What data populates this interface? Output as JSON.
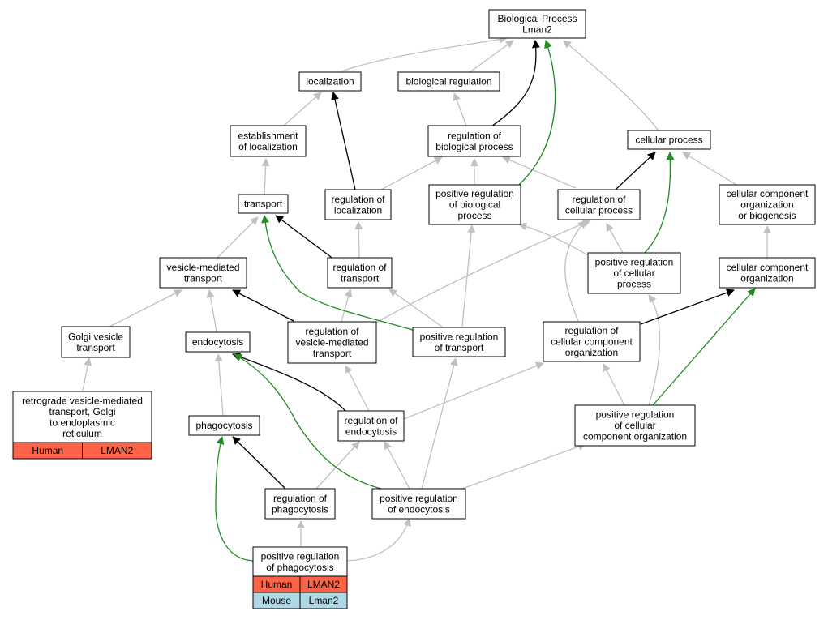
{
  "colors": {
    "gray_edge": "#c0c0c0",
    "black_edge": "#000000",
    "green_edge": "#228b22",
    "human": "#ff6347",
    "mouse": "#add8e6"
  },
  "nodes": {
    "bp": [
      "Biological Process",
      "Lman2"
    ],
    "localization": [
      "localization"
    ],
    "bio_reg": [
      "biological regulation"
    ],
    "est_loc": [
      "establishment",
      "of localization"
    ],
    "reg_bio": [
      "regulation of",
      "biological process"
    ],
    "cell_proc": [
      "cellular process"
    ],
    "transport": [
      "transport"
    ],
    "reg_loc": [
      "regulation of",
      "localization"
    ],
    "pos_reg_bio": [
      "positive regulation",
      "of biological",
      "process"
    ],
    "reg_cell": [
      "regulation of",
      "cellular process"
    ],
    "ccob": [
      "cellular component",
      "organization",
      "or biogenesis"
    ],
    "ves_tr": [
      "vesicle-mediated",
      "transport"
    ],
    "reg_tr": [
      "regulation of",
      "transport"
    ],
    "pos_reg_cell": [
      "positive regulation",
      "of cellular",
      "process"
    ],
    "cco": [
      "cellular component",
      "organization"
    ],
    "golgi": [
      "Golgi vesicle",
      "transport"
    ],
    "endo": [
      "endocytosis"
    ],
    "reg_ves": [
      "regulation of",
      "vesicle-mediated",
      "transport"
    ],
    "pos_reg_tr": [
      "positive regulation",
      "of transport"
    ],
    "reg_cco": [
      "regulation of",
      "cellular component",
      "organization"
    ],
    "retro": [
      "retrograde vesicle-mediated",
      "transport, Golgi",
      "to endoplasmic",
      "reticulum"
    ],
    "phago": [
      "phagocytosis"
    ],
    "reg_endo": [
      "regulation of",
      "endocytosis"
    ],
    "pos_reg_cco": [
      "positive regulation",
      "of cellular",
      "component organization"
    ],
    "reg_phago": [
      "regulation of",
      "phagocytosis"
    ],
    "pos_reg_endo": [
      "positive regulation",
      "of endocytosis"
    ],
    "pos_reg_phago": [
      "positive regulation",
      "of phagocytosis"
    ]
  },
  "annotations": {
    "retro": [
      [
        "Human",
        "LMAN2"
      ]
    ],
    "pos_reg_phago": [
      [
        "Human",
        "LMAN2"
      ],
      [
        "Mouse",
        "Lman2"
      ]
    ]
  }
}
